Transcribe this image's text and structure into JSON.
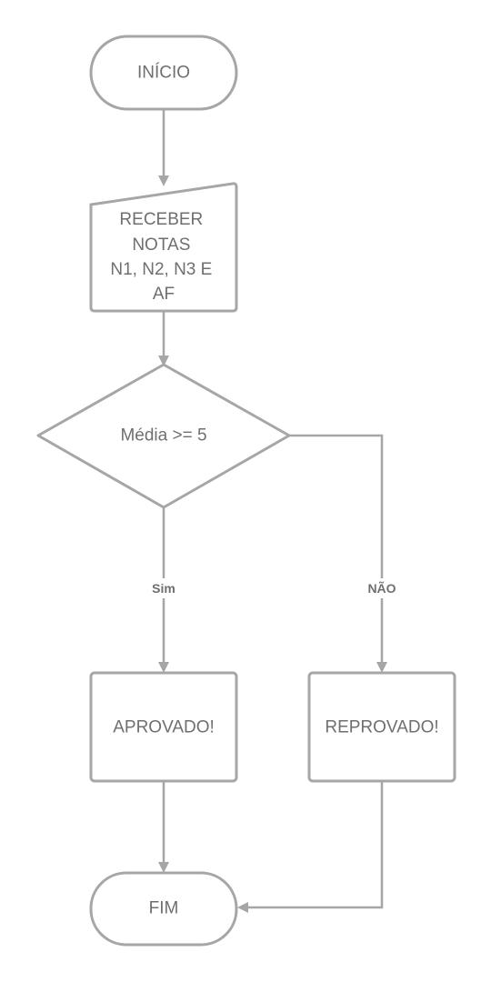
{
  "flowchart": {
    "nodes": {
      "start": {
        "label": "INÍCIO"
      },
      "input": {
        "lines": [
          "RECEBER",
          "NOTAS",
          "N1, N2, N3 E",
          "AF"
        ]
      },
      "decision": {
        "label": "Média >= 5"
      },
      "approved": {
        "label": "APROVADO!"
      },
      "failed": {
        "label": "REPROVADO!"
      },
      "end": {
        "label": "FIM"
      }
    },
    "edges": {
      "yes_label": "Sim",
      "no_label": "NÃO"
    }
  },
  "colors": {
    "stroke": "#a6a6a6",
    "text": "#6f6f6f",
    "background": "#ffffff"
  }
}
